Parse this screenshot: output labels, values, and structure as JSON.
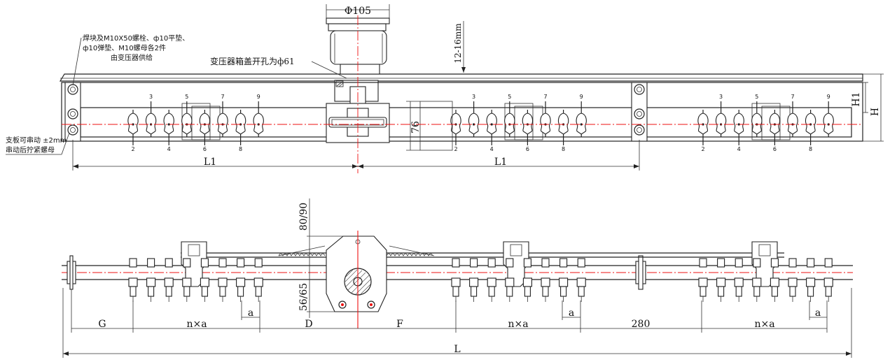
{
  "labels": {
    "diameter_top": "Φ105",
    "gap_12_16": "12-16mm",
    "cover_hole": "变压器箱盖开孔为ф61",
    "note_weld_line1": "焊块及M10X50螺栓、ф10平垫、",
    "note_weld_line2": "ф10弹垫、M10螺母各2件",
    "note_weld_line3": "由变压器供给",
    "note_support_line1": "支板可串动 ±2mm",
    "note_support_line2": "串动后拧紧螺母",
    "dim_76": "76",
    "H1": "H1",
    "H": "H",
    "L1_left": "L1",
    "L1_right": "L1",
    "dim_80_90": "80/90",
    "dim_56_65": "56/65",
    "G": "G",
    "nxa_1": "n×a",
    "a_1": "a",
    "D": "D",
    "F": "F",
    "nxa_2": "n×a",
    "a_2": "a",
    "dim_280": "280",
    "nxa_3": "n×a",
    "a_3": "a",
    "L": "L"
  },
  "contact_numbers": {
    "top": [
      "3",
      "5",
      "7",
      "9"
    ],
    "bottom": [
      "2",
      "4",
      "6",
      "8"
    ]
  },
  "colors": {
    "line": "#222222",
    "centerline": "#ee1111"
  }
}
